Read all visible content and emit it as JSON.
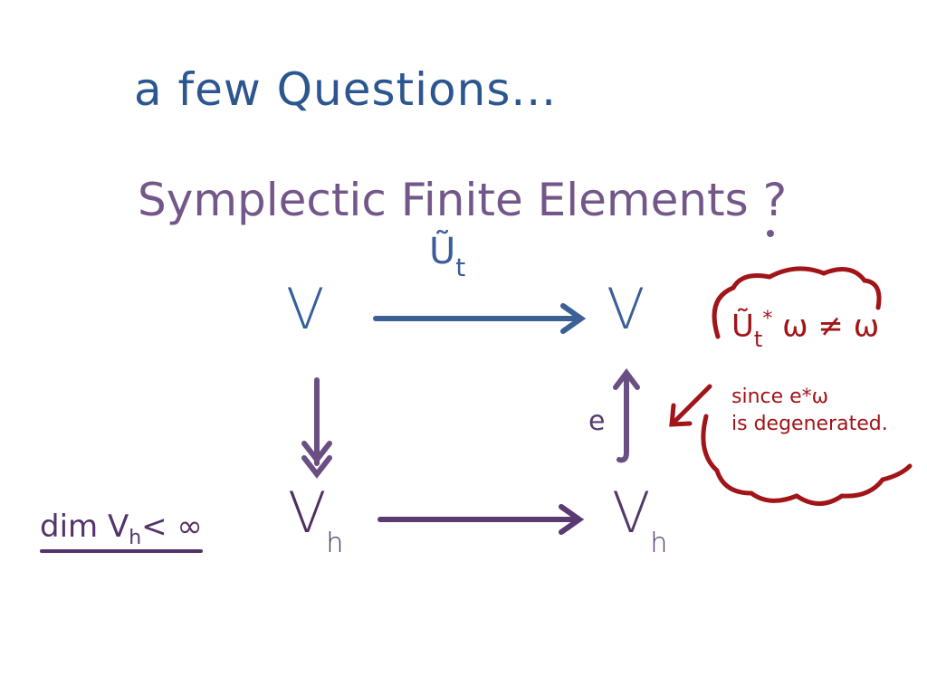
{
  "title": "a few Questions...",
  "subtitle": "Symplectic Finite Elements ?",
  "diagram": {
    "top_left": "V",
    "top_right": "V",
    "bottom_left": {
      "base": "V",
      "sub": "h"
    },
    "bottom_right": {
      "base": "V",
      "sub": "h"
    },
    "top_arrow_label": {
      "base": "Ũ",
      "sub": "t"
    },
    "right_arrow_label": "e",
    "side_note": {
      "text": "dim V",
      "sub": "h",
      "rest": "< ∞"
    }
  },
  "annotation": {
    "line1_base": "Ũ",
    "line1_sub": "t",
    "line1_sup": "*",
    "line1_rest": " ω ≠ ω",
    "line2": "since e*ω",
    "line3": "is degenerated."
  },
  "colors": {
    "blue": "#2c5690",
    "purple": "#74578a",
    "dark_purple": "#55336a",
    "red": "#a11418"
  }
}
